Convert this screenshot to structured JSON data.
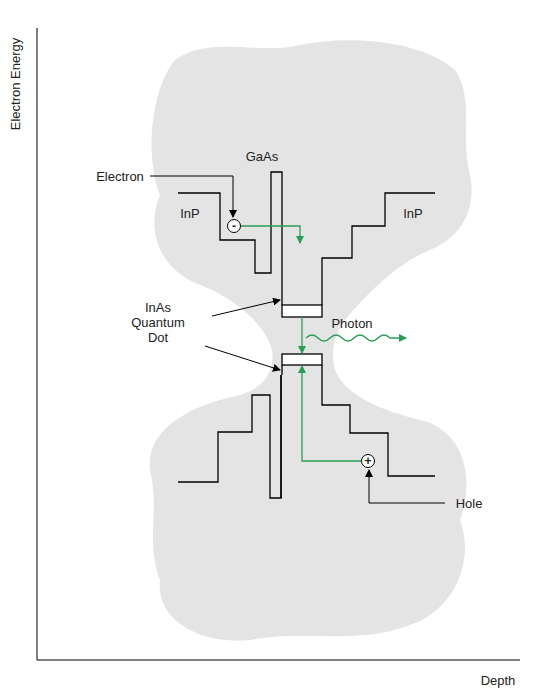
{
  "diagram": {
    "nodes": [
      {
        "text": [
          "-"
        ]
      },
      {
        "text": [
          "+"
        ]
      }
    ],
    "labels": [
      "Electron Energy",
      "Depth",
      "Electron",
      "GaAs",
      "InP",
      "InP",
      "InAs Quantum Dot",
      "Photon",
      "Hole"
    ]
  }
}
